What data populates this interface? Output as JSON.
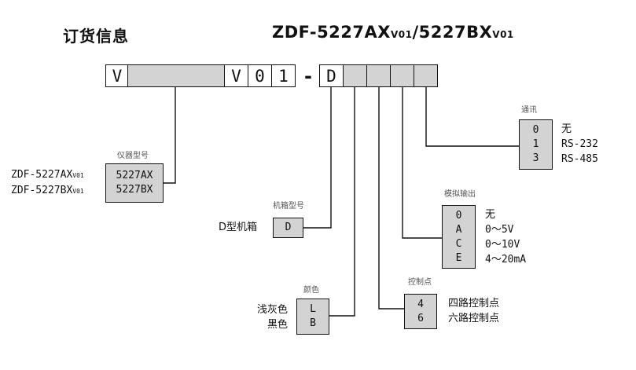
{
  "header": {
    "title": "订货信息",
    "model_main_1": "ZDF-5227AX",
    "model_sub_1": "V01",
    "model_sep": "/",
    "model_main_2": "5227BX",
    "model_sub_2": "V01"
  },
  "code": {
    "c1": "V",
    "c2": "",
    "c3": "V",
    "c4": "0",
    "c5": "1",
    "dash": "-",
    "c6": "D",
    "c7": "",
    "c8": "",
    "c9": "",
    "c10": ""
  },
  "instrument_model": {
    "caption": "仪器型号",
    "rows": [
      {
        "label": "ZDF-5227AX",
        "label_sub": "V01",
        "code": "5227AX"
      },
      {
        "label": "ZDF-5227BX",
        "label_sub": "V01",
        "code": "5227BX"
      }
    ]
  },
  "chassis": {
    "caption": "机箱型号",
    "label": "D型机箱",
    "code": "D"
  },
  "color": {
    "caption": "颜色",
    "rows": [
      {
        "label": "浅灰色",
        "code": "L"
      },
      {
        "label": "黑色",
        "code": "B"
      }
    ]
  },
  "control_points": {
    "caption": "控制点",
    "rows": [
      {
        "code": "4",
        "label": "四路控制点"
      },
      {
        "code": "6",
        "label": "六路控制点"
      }
    ]
  },
  "analog_output": {
    "caption": "模拟输出",
    "rows": [
      {
        "code": "0",
        "label": "无"
      },
      {
        "code": "A",
        "label": "0～5V"
      },
      {
        "code": "C",
        "label": "0～10V"
      },
      {
        "code": "E",
        "label": "4～20mA"
      }
    ]
  },
  "communication": {
    "caption": "通讯",
    "rows": [
      {
        "code": "0",
        "label": "无"
      },
      {
        "code": "1",
        "label": "RS-232"
      },
      {
        "code": "3",
        "label": "RS-485"
      }
    ]
  },
  "colors": {
    "box_fill": "#d3d3d3",
    "line": "#111111"
  }
}
